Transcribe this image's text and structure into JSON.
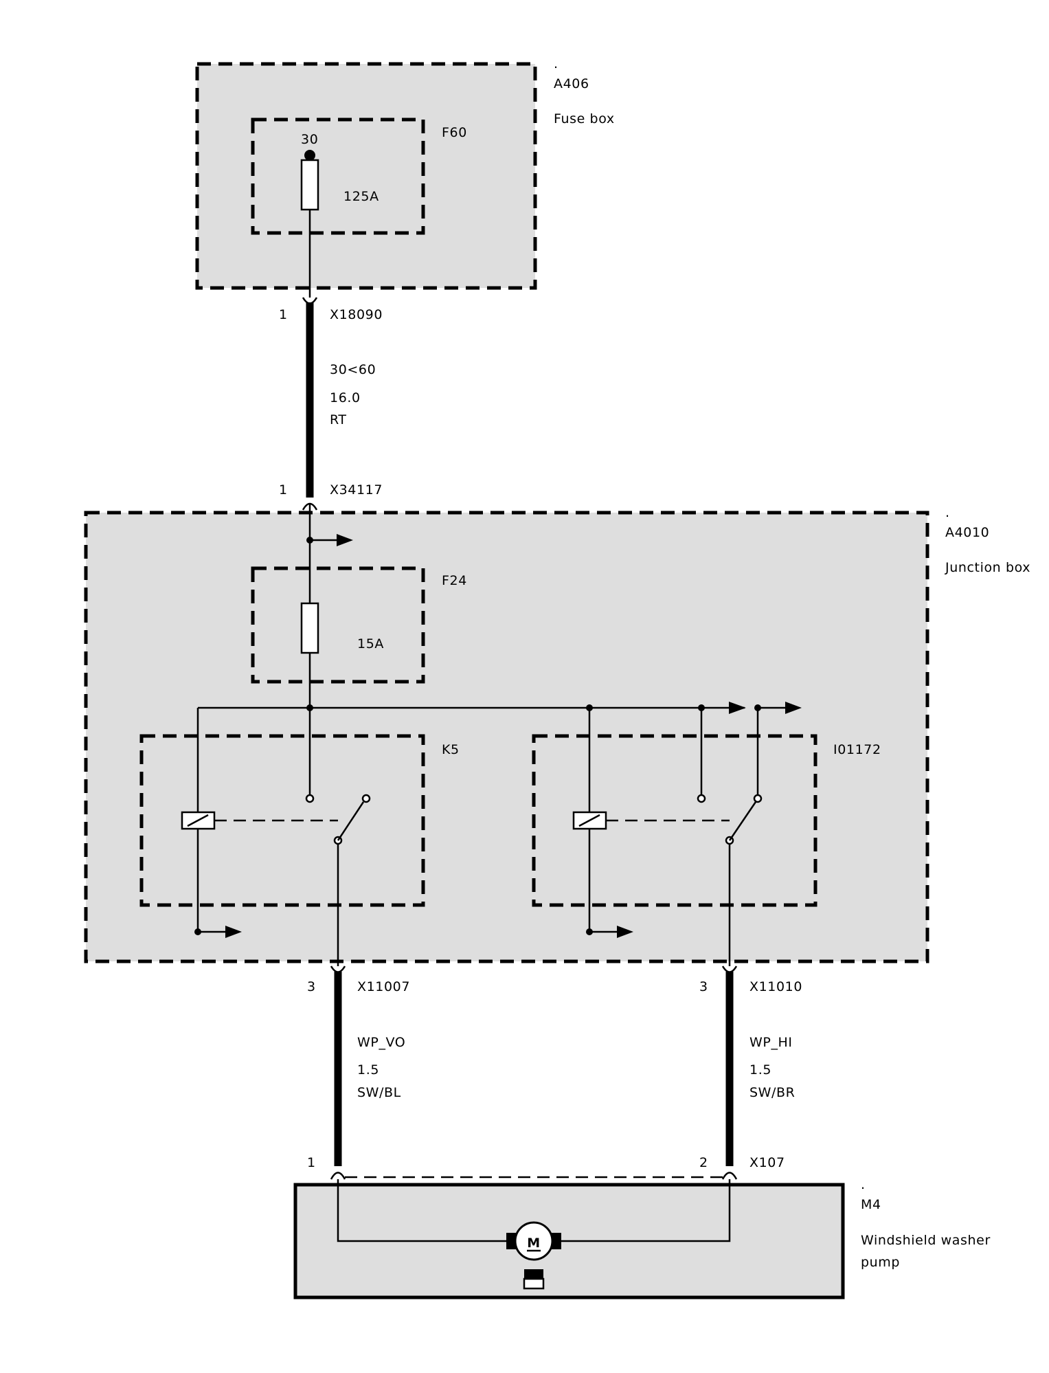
{
  "modules": {
    "fuse_box": {
      "dot": ".",
      "id": "A406",
      "name": "Fuse box"
    },
    "junction_box": {
      "dot": ".",
      "id": "A4010",
      "name": "Junction box"
    },
    "pump": {
      "dot": ".",
      "id": "M4",
      "name_line1": "Windshield washer",
      "name_line2": "pump",
      "motor_symbol": "M"
    }
  },
  "components": {
    "f60": {
      "id": "F60",
      "terminal": "30",
      "rating": "125A"
    },
    "f24": {
      "id": "F24",
      "rating": "15A"
    },
    "k5": {
      "id": "K5"
    },
    "i01172": {
      "id": "I01172"
    }
  },
  "connectors": {
    "x18090": {
      "pin": "1",
      "id": "X18090"
    },
    "x34117": {
      "pin": "1",
      "id": "X34117"
    },
    "x11007": {
      "pin": "3",
      "id": "X11007"
    },
    "x11010": {
      "pin": "3",
      "id": "X11010"
    },
    "x107_left": {
      "pin": "1"
    },
    "x107_right": {
      "pin": "2",
      "id": "X107"
    }
  },
  "wires": {
    "main": {
      "signal": "30<60",
      "gauge": "16.0",
      "color": "RT"
    },
    "wp_vo": {
      "signal": "WP_VO",
      "gauge": "1.5",
      "color": "SW/BL"
    },
    "wp_hi": {
      "signal": "WP_HI",
      "gauge": "1.5",
      "color": "SW/BR"
    }
  }
}
